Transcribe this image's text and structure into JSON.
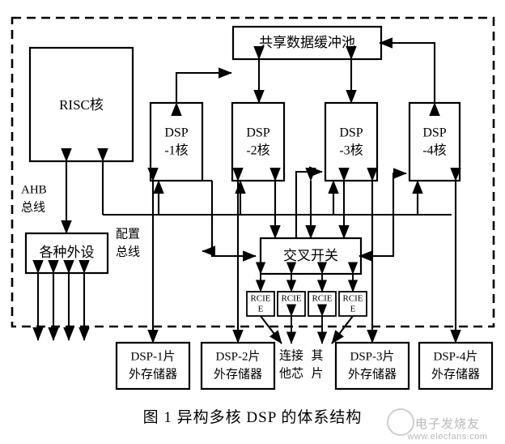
{
  "figure": {
    "caption": "图 1    异构多核 DSP 的体系结构",
    "chip_boundary_label": "chip-die-dashed-boundary"
  },
  "blocks": {
    "risc_core": "RISC核",
    "shared_buffer": "共享数据缓冲池",
    "crossbar": "交叉开关",
    "peripherals": "各种外设",
    "dsp_cores": [
      {
        "line1": "DSP",
        "line2": "-1核"
      },
      {
        "line1": "DSP",
        "line2": "-2核"
      },
      {
        "line1": "DSP",
        "line2": "-3核"
      },
      {
        "line1": "DSP",
        "line2": "-4核"
      }
    ],
    "rcie": [
      {
        "line1": "RCIE",
        "line2": "E"
      },
      {
        "line1": "RCIE",
        "line2": "E"
      },
      {
        "line1": "RCIE",
        "line2": "E"
      },
      {
        "line1": "RCIE",
        "line2": "E"
      }
    ],
    "memories": [
      {
        "line1": "DSP-1片",
        "line2": "外存储器"
      },
      {
        "line1": "DSP-2片",
        "line2": "外存储器"
      },
      {
        "line1": "DSP-3片",
        "line2": "外存储器"
      },
      {
        "line1": "DSP-4片",
        "line2": "外存储器"
      }
    ]
  },
  "bus_labels": {
    "ahb_line1": "AHB",
    "ahb_line2": "总线",
    "config_line1": "配置",
    "config_line2": "总线"
  },
  "annotations": {
    "connect_other_chips_line1": "连接",
    "connect_other_chips_line2": "他芯",
    "connect_other_chips_line3": "其",
    "connect_other_chips_line4": "片"
  },
  "watermark": {
    "brand": "电子发烧友",
    "url": "www.elecfans.com"
  },
  "colors": {
    "stroke": "#000000",
    "background": "#ffffff",
    "watermark": "#b9b9b9"
  }
}
